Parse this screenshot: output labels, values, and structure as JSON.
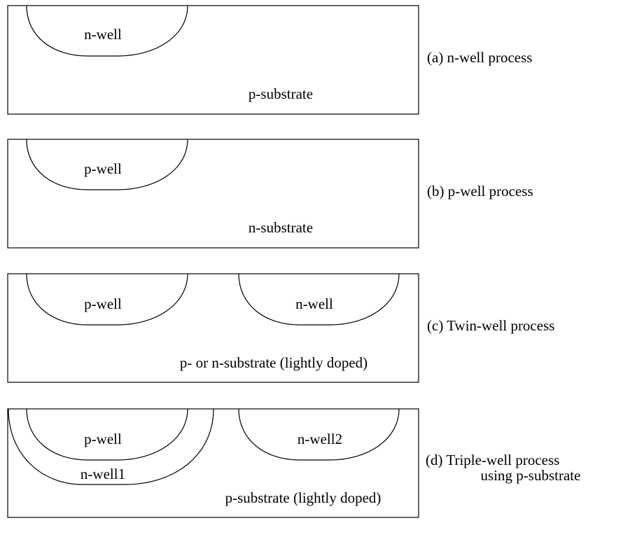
{
  "panel_a": {
    "well_label": "n-well",
    "substrate_label": "p-substrate",
    "caption": "(a) n-well process"
  },
  "panel_b": {
    "well_label": "p-well",
    "substrate_label": "n-substrate",
    "caption": "(b) p-well process"
  },
  "panel_c": {
    "well_left_label": "p-well",
    "well_right_label": "n-well",
    "substrate_label": "p- or n-substrate (lightly doped)",
    "caption": "(c) Twin-well process"
  },
  "panel_d": {
    "inner_well_label": "p-well",
    "outer_well_label": "n-well1",
    "right_well_label": "n-well2",
    "substrate_label": "p-substrate (lightly doped)",
    "caption_line1": "(d) Triple-well process",
    "caption_line2": "using p-substrate"
  }
}
